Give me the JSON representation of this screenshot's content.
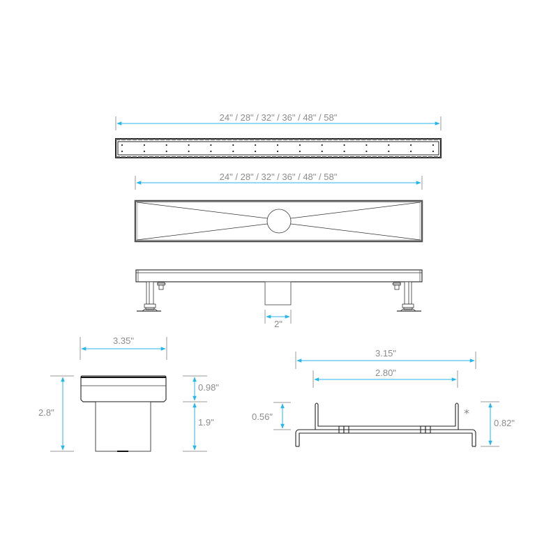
{
  "colors": {
    "dimension_line": "#29b6e8",
    "extension_line": "#9a9a9a",
    "outline": "#2b2b2b",
    "label_text": "#8c8c8c",
    "background": "#ffffff"
  },
  "views": {
    "grate_top_view": {
      "length_label": "24\" / 28\" / 32\" / 36\" / 48\" / 58\"",
      "perforation_columns": 15,
      "perforation_rows": 2
    },
    "channel_top_view": {
      "length_label": "24\" / 28\" / 32\" / 36\" / 48\" / 58\"",
      "features": [
        "center-drain-circle",
        "sloped-x-lines"
      ]
    },
    "side_elevation": {
      "outlet_width_label": "2\"",
      "features": [
        "leveling-legs",
        "outlet-pipe",
        "set-screws"
      ]
    },
    "end_section": {
      "width_label": "3.35\"",
      "total_height_label": "2.8\"",
      "channel_height_label": "0.98\"",
      "outlet_height_label": "1.9\""
    },
    "grate_cross_section": {
      "outer_width_label": "3.15\"",
      "inner_width_label": "2.80\"",
      "flange_height_label": "0.56\"",
      "total_height_label": "0.82\"",
      "note_marker": "*"
    }
  }
}
